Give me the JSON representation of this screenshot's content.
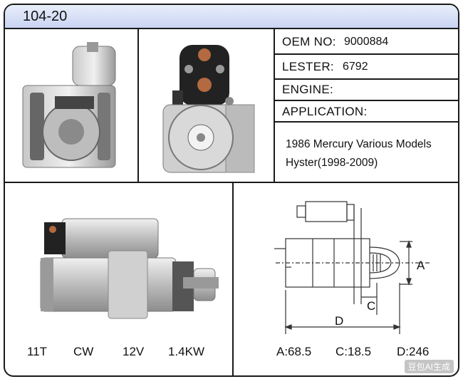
{
  "header": {
    "model": "104-20"
  },
  "specs": {
    "oem_label": "OEM NO:",
    "oem_value": "9000884",
    "lester_label": "LESTER:",
    "lester_value": "6792",
    "engine_label": "ENGINE:",
    "engine_value": "",
    "application_label": "APPLICATION:",
    "application_lines": [
      "1986 Mercury Various Models",
      "Hyster(1998-2009)"
    ]
  },
  "footer_left": {
    "teeth": "11T",
    "rotation": "CW",
    "voltage": "12V",
    "power": "1.4KW"
  },
  "footer_right": {
    "a": "A:68.5",
    "c": "C:18.5",
    "d": "D:246"
  },
  "drawing_labels": {
    "a": "A",
    "c": "C",
    "d": "D"
  },
  "watermark": "豆包AI生成",
  "colors": {
    "header_bg": "#d5ddf5",
    "border": "#1a1a1a"
  }
}
